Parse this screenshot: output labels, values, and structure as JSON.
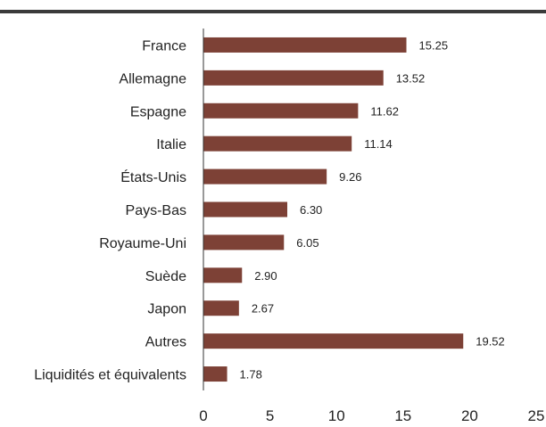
{
  "chart_data": {
    "type": "bar",
    "orientation": "horizontal",
    "categories": [
      "France",
      "Allemagne",
      "Espagne",
      "Italie",
      "États-Unis",
      "Pays-Bas",
      "Royaume-Uni",
      "Suède",
      "Japon",
      "Autres",
      "Liquidités et équivalents"
    ],
    "values": [
      15.25,
      13.52,
      11.62,
      11.14,
      9.26,
      6.3,
      6.05,
      2.9,
      2.67,
      19.52,
      1.78
    ],
    "value_labels": [
      "15.25",
      "13.52",
      "11.62",
      "11.14",
      "9.26",
      "6.30",
      "6.05",
      "2.90",
      "2.67",
      "19.52",
      "1.78"
    ],
    "xlim": [
      0,
      25
    ],
    "x_ticks": [
      0,
      5,
      10,
      15,
      20,
      25
    ],
    "x_tick_labels": [
      "0",
      "5",
      "10",
      "15",
      "20",
      "25"
    ],
    "grid": false,
    "bar_color": "#7d4136",
    "axis_color": "#333333"
  }
}
